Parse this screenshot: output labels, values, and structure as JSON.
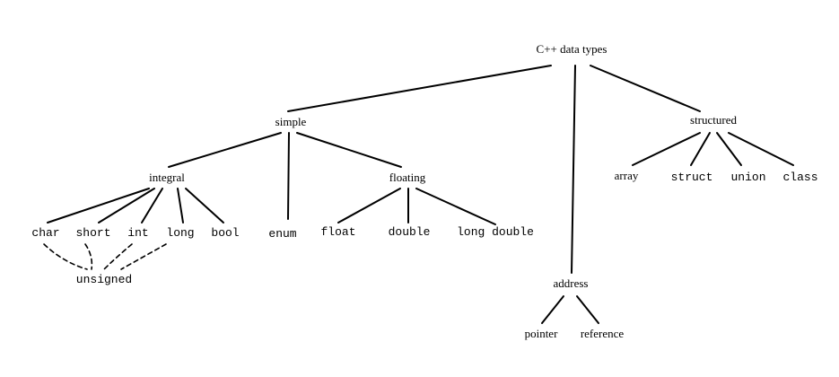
{
  "diagram": {
    "root": "C++ data types",
    "simple": "simple",
    "integral": "integral",
    "char": "char",
    "short": "short",
    "int": "int",
    "long": "long",
    "bool": "bool",
    "unsigned": "unsigned",
    "enum": "enum",
    "floating": "floating",
    "float": "float",
    "double": "double",
    "long_double": "long double",
    "address": "address",
    "pointer": "pointer",
    "reference": "reference",
    "structured": "structured",
    "array": "array",
    "struct": "struct",
    "union": "union",
    "class": "class"
  }
}
